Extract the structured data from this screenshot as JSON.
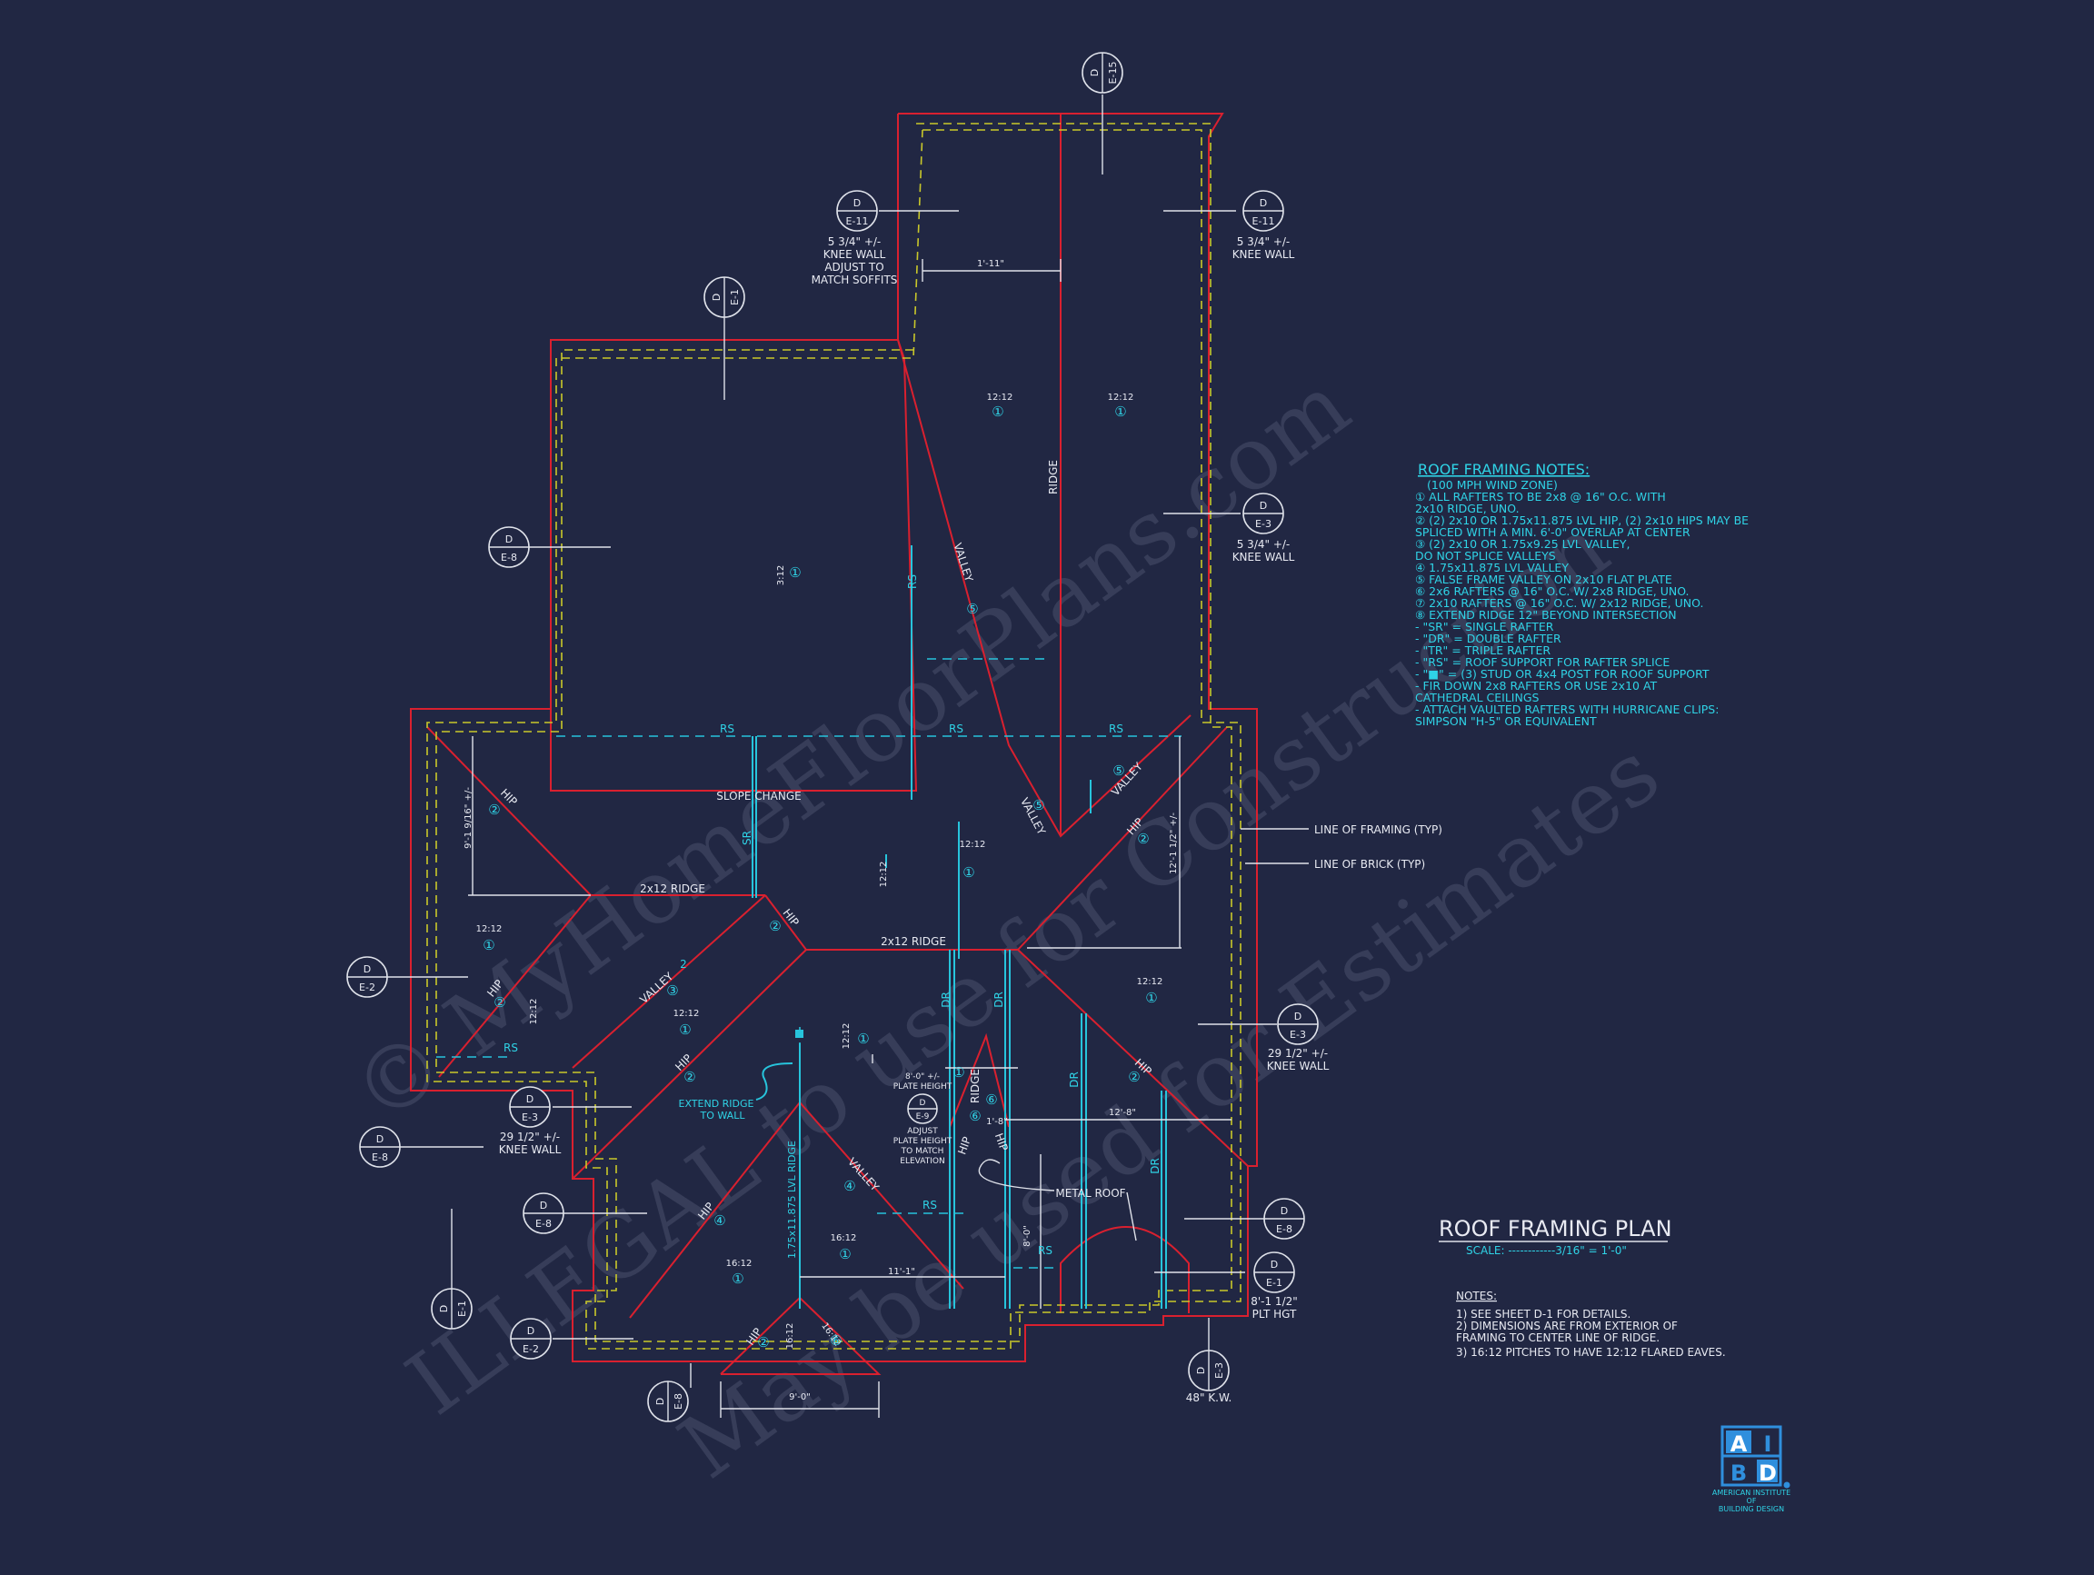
{
  "notes_block": {
    "title": "ROOF FRAMING NOTES:",
    "lines": [
      "(100 MPH WIND ZONE)",
      "①  ALL RAFTERS TO BE 2x8 @ 16\" O.C. WITH",
      "     2x10 RIDGE, UNO.",
      "②  (2) 2x10 OR 1.75x11.875 LVL HIP, (2) 2x10 HIPS MAY BE",
      "     SPLICED WITH A MIN. 6'-0\" OVERLAP AT CENTER",
      "③  (2) 2x10 OR 1.75x9.25 LVL VALLEY,",
      "     DO NOT SPLICE VALLEYS",
      "④  1.75x11.875 LVL VALLEY",
      "⑤  FALSE FRAME VALLEY ON 2x10 FLAT PLATE",
      "⑥  2x6 RAFTERS @ 16\" O.C. W/ 2x8 RIDGE, UNO.",
      "⑦  2x10 RAFTERS @ 16\" O.C. W/ 2x12 RIDGE, UNO.",
      "⑧  EXTEND RIDGE 12\" BEYOND INTERSECTION",
      "-   \"SR\" = SINGLE RAFTER",
      "-   \"DR\" = DOUBLE RAFTER",
      "-   \"TR\" = TRIPLE RAFTER",
      "-   \"RS\" = ROOF SUPPORT FOR RAFTER SPLICE",
      "-   \"■\" = (3) STUD OR 4x4 POST FOR ROOF SUPPORT",
      "-   FIR DOWN 2x8 RAFTERS OR USE 2x10 AT",
      "     CATHEDRAL CEILINGS",
      "-   ATTACH VAULTED RAFTERS WITH HURRICANE CLIPS:",
      "     SIMPSON \"H-5\" OR EQUIVALENT"
    ]
  },
  "plan_title": {
    "title": "ROOF FRAMING PLAN",
    "scale": "SCALE: ------------3/16\" = 1'-0\""
  },
  "footnotes": {
    "title": "NOTES:",
    "lines": [
      "1)  SEE SHEET D-1 FOR DETAILS.",
      "2)  DIMENSIONS ARE FROM EXTERIOR OF",
      "      FRAMING TO CENTER LINE OF RIDGE.",
      "3)  16:12 PITCHES TO HAVE 12:12 FLARED EAVES."
    ]
  },
  "logo": {
    "letters": [
      "A",
      "I",
      "B",
      "D"
    ],
    "lines": [
      "AMERICAN INSTITUTE",
      "OF",
      "BUILDING DESIGN"
    ]
  },
  "watermarks": [
    "© MyHomeFloorPlans.com",
    "ILLEGAL to use for Construction",
    "May be used for Estimates"
  ],
  "bubbles": [
    {
      "top": "D",
      "bot": "E-15"
    },
    {
      "top": "D",
      "bot": "E-11"
    },
    {
      "top": "D",
      "bot": "E-11"
    },
    {
      "top": "D",
      "bot": "E-1"
    },
    {
      "top": "D",
      "bot": "E-8"
    },
    {
      "top": "D",
      "bot": "E-3"
    },
    {
      "top": "D",
      "bot": "E-2"
    },
    {
      "top": "D",
      "bot": "E-3"
    },
    {
      "top": "D",
      "bot": "E-3"
    },
    {
      "top": "D",
      "bot": "E-8"
    },
    {
      "top": "D",
      "bot": "E-8"
    },
    {
      "top": "D",
      "bot": "E-9"
    },
    {
      "top": "D",
      "bot": "E-8"
    },
    {
      "top": "D",
      "bot": "E-1"
    },
    {
      "top": "D",
      "bot": "E-1"
    },
    {
      "top": "D",
      "bot": "E-2"
    },
    {
      "top": "D",
      "bot": "E-8"
    },
    {
      "top": "D",
      "bot": "E-3"
    }
  ],
  "white_labels": [
    "5 3/4\" +/-",
    "KNEE WALL",
    "ADJUST TO",
    "MATCH SOFFITS",
    "5 3/4\" +/-",
    "KNEE WALL",
    "5 3/4\" +/-",
    "KNEE WALL",
    "SLOPE CHANGE",
    "LINE OF FRAMING (TYP)",
    "LINE OF BRICK (TYP)",
    "29 1/2\" +/-",
    "KNEE WALL",
    "29 1/2\" +/-",
    "KNEE WALL",
    "8'-0\" +/-",
    "PLATE HEIGHT",
    "ADJUST",
    "PLATE HEIGHT",
    "TO MATCH",
    "ELEVATION",
    "METAL ROOF",
    "8'-1 1/2\"",
    "PLT HGT",
    "48\" K.W.",
    "RIDGE",
    "VALLEY",
    "VALLEY",
    "VALLEY",
    "HIP",
    "HIP",
    "HIP",
    "HIP",
    "HIP",
    "HIP",
    "VALLEY",
    "VALLEY",
    "HIP",
    "HIP",
    "HIP",
    "RIDGE",
    "HIP",
    "2x12 RIDGE",
    "2x12 RIDGE",
    "1'-11\"",
    "9'-1 9/16\" +/-",
    "12'-1 1/2\" +/-",
    "12'-8\"",
    "1'-8\"",
    "8'-0\"",
    "11'-1\"",
    "9'-0\"",
    "1.75x11.875 LVL RIDGE",
    "3:12",
    "12:12",
    "12:12",
    "12:12",
    "12:12",
    "12:12",
    "12:12",
    "12:12",
    "12:12",
    "12:12",
    "16:12",
    "16:12",
    "16:12",
    "16:12"
  ],
  "cyan_labels": [
    "RS",
    "RS",
    "RS",
    "RS",
    "RS",
    "RS",
    "RS",
    "SR",
    "DR",
    "DR",
    "DR",
    "DR",
    "2",
    "EXTEND RIDGE",
    "TO WALL",
    "①",
    "①",
    "①",
    "①",
    "①",
    "①",
    "①",
    "①",
    "①",
    "①",
    "①",
    "②",
    "②",
    "②",
    "②",
    "②",
    "②",
    "②",
    "③",
    "④",
    "④",
    "⑤",
    "⑤",
    "⑤",
    "⑥",
    "⑥",
    "⑥"
  ],
  "colors": {
    "background": "#212743",
    "roof_outline": "#d9202f",
    "framing_line": "#c9c82a",
    "framing_notes": "#2fd3e6",
    "linework": "#dfe2ea"
  }
}
